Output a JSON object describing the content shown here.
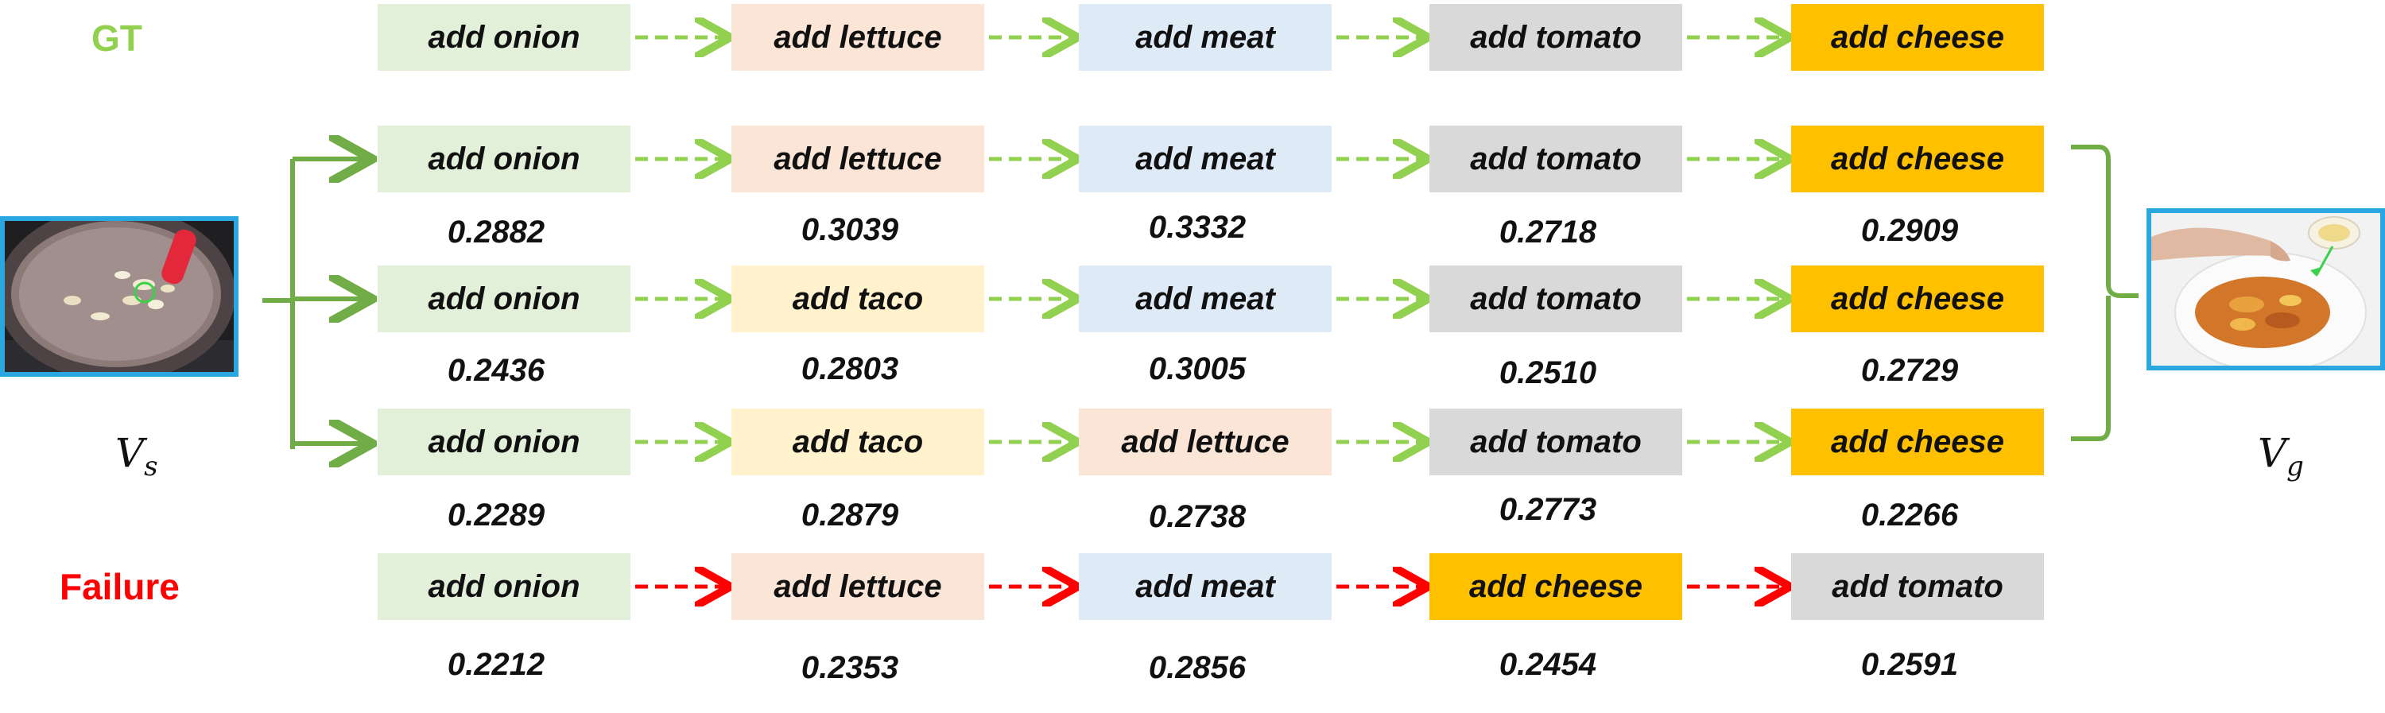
{
  "labels": {
    "gt": "GT",
    "failure": "Failure"
  },
  "variables": {
    "start_base": "V",
    "start_sub": "s",
    "goal_base": "V",
    "goal_sub": "g"
  },
  "colors": {
    "onion": "#e2efd9",
    "lettuce": "#fbe5d6",
    "meat": "#deebf7",
    "tomato": "#d9d9d9",
    "cheese": "#ffc000",
    "taco": "#fff2cc",
    "arrow_green": "#92d050",
    "arrow_red": "#ff0000",
    "bracket_green": "#70ad47",
    "frame_blue": "#2aa7e0",
    "gt_label": "#92d050",
    "failure_label": "#ff0000"
  },
  "rows": {
    "gt": {
      "steps": [
        {
          "label": "add onion",
          "color": "onion"
        },
        {
          "label": "add lettuce",
          "color": "lettuce"
        },
        {
          "label": "add meat",
          "color": "meat"
        },
        {
          "label": "add tomato",
          "color": "tomato"
        },
        {
          "label": "add cheese",
          "color": "cheese"
        }
      ],
      "arrow": "green"
    },
    "plan1": {
      "steps": [
        {
          "label": "add onion",
          "color": "onion",
          "score": "0.2882"
        },
        {
          "label": "add lettuce",
          "color": "lettuce",
          "score": "0.3039"
        },
        {
          "label": "add meat",
          "color": "meat",
          "score": "0.3332"
        },
        {
          "label": "add tomato",
          "color": "tomato",
          "score": "0.2718"
        },
        {
          "label": "add cheese",
          "color": "cheese",
          "score": "0.2909"
        }
      ],
      "arrow": "green"
    },
    "plan2": {
      "steps": [
        {
          "label": "add onion",
          "color": "onion",
          "score": "0.2436"
        },
        {
          "label": "add taco",
          "color": "taco",
          "score": "0.2803"
        },
        {
          "label": "add meat",
          "color": "meat",
          "score": "0.3005"
        },
        {
          "label": "add tomato",
          "color": "tomato",
          "score": "0.2510"
        },
        {
          "label": "add cheese",
          "color": "cheese",
          "score": "0.2729"
        }
      ],
      "arrow": "green"
    },
    "plan3": {
      "steps": [
        {
          "label": "add onion",
          "color": "onion",
          "score": "0.2289"
        },
        {
          "label": "add taco",
          "color": "taco",
          "score": "0.2879"
        },
        {
          "label": "add lettuce",
          "color": "lettuce",
          "score": "0.2738"
        },
        {
          "label": "add tomato",
          "color": "tomato",
          "score": "0.2773"
        },
        {
          "label": "add cheese",
          "color": "cheese",
          "score": "0.2266"
        }
      ],
      "arrow": "green"
    },
    "failure": {
      "steps": [
        {
          "label": "add onion",
          "color": "onion",
          "score": "0.2212"
        },
        {
          "label": "add lettuce",
          "color": "lettuce",
          "score": "0.2353"
        },
        {
          "label": "add meat",
          "color": "meat",
          "score": "0.2856"
        },
        {
          "label": "add cheese",
          "color": "cheese",
          "score": "0.2454"
        },
        {
          "label": "add tomato",
          "color": "tomato",
          "score": "0.2591"
        }
      ],
      "arrow": "red"
    }
  }
}
